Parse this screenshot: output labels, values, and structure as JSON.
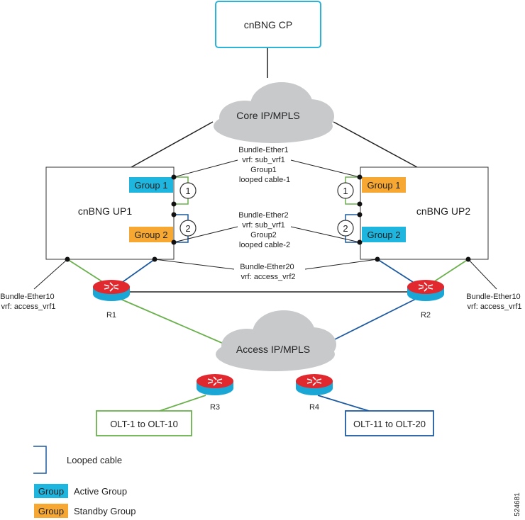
{
  "nodes": {
    "cp": "cnBNG CP",
    "core": "Core IP/MPLS",
    "access": "Access IP/MPLS",
    "up1": "cnBNG UP1",
    "up2": "cnBNG UP2",
    "r1": "R1",
    "r2": "R2",
    "r3": "R3",
    "r4": "R4",
    "olt_left": "OLT-1 to OLT-10",
    "olt_right": "OLT-11 to OLT-20"
  },
  "groups": {
    "up1_g1": "Group 1",
    "up1_g2": "Group 2",
    "up2_g1": "Group 1",
    "up2_g2": "Group 2",
    "marker1": "1",
    "marker2": "2"
  },
  "labels": {
    "be1": [
      "Bundle-Ether1",
      "vrf: sub_vrf1",
      "Group1",
      "looped cable-1"
    ],
    "be2": [
      "Bundle-Ether2",
      "vrf: sub_vrf1",
      "Group2",
      "looped cable-2"
    ],
    "be20": [
      "Bundle-Ether20",
      "vrf: access_vrf2"
    ],
    "be10_left": [
      "Bundle-Ether10",
      "vrf: access_vrf1"
    ],
    "be10_right": [
      "Bundle-Ether10",
      "vrf: access_vrf1"
    ]
  },
  "legend": {
    "looped": "Looped cable",
    "active_tag": "Group",
    "active": "Active Group",
    "standby_tag": "Group",
    "standby": "Standby Group"
  },
  "figure_id": "524681",
  "colors": {
    "active": "#1eb5de",
    "standby": "#f7a833",
    "green_link": "#6ab04c",
    "blue_link": "#1d5aa0",
    "cp_border": "#2bb3d8",
    "cloud": "#c8c9cb",
    "router_red": "#e0282e",
    "router_blue": "#1aa7d6"
  }
}
